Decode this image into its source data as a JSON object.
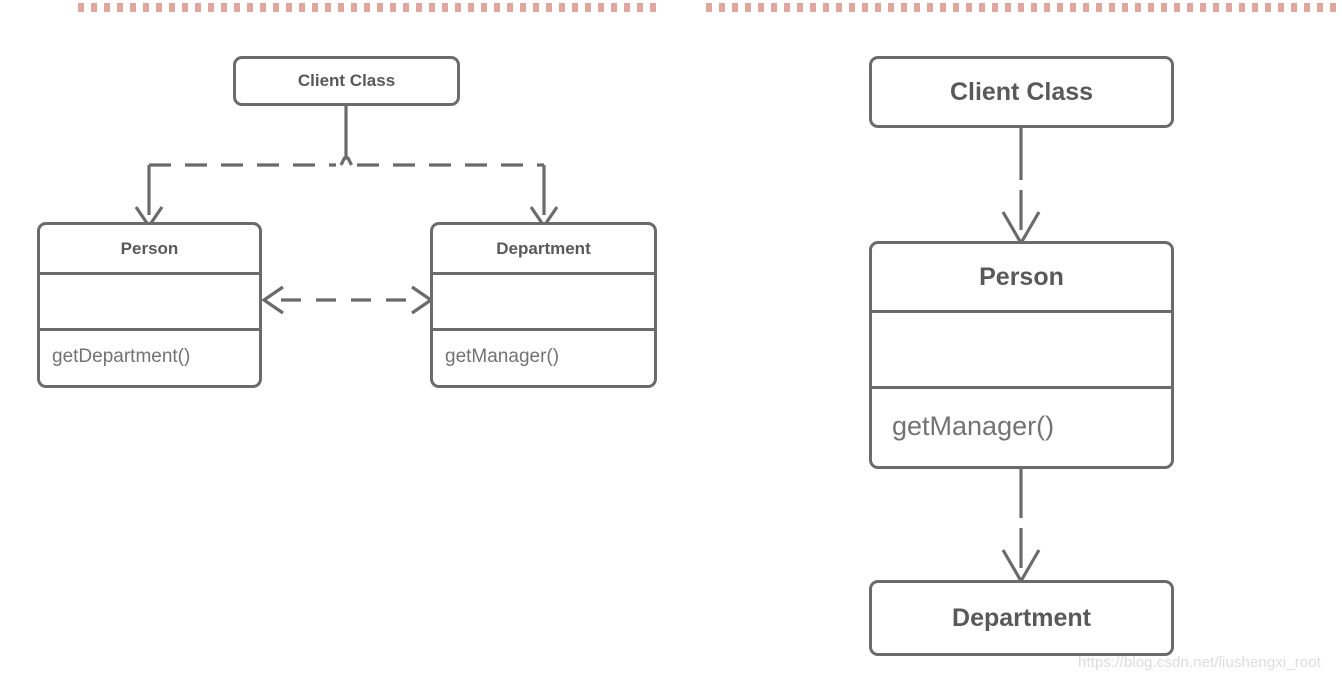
{
  "page": {
    "background_color": "#ffffff",
    "stroke_color": "#6b6b6b",
    "title_text_color": "#595959",
    "body_text_color": "#737373",
    "top_border_color": "#e0a79e",
    "watermark_color": "#dcdcdc"
  },
  "watermark": {
    "text": "https://blog.csdn.net/liushengxi_root"
  },
  "left_diagram": {
    "name": "before-refactoring",
    "classes": {
      "client": {
        "title": "Client Class",
        "compartments": []
      },
      "person": {
        "title": "Person",
        "attributes": "",
        "methods": "getDepartment()"
      },
      "department": {
        "title": "Department",
        "attributes": "",
        "methods": "getManager()"
      }
    },
    "connections": [
      {
        "id": "client-to-person",
        "from": "Client Class",
        "to": "Person",
        "style": "dashed",
        "arrow": "open",
        "label": ""
      },
      {
        "id": "client-to-department",
        "from": "Client Class",
        "to": "Department",
        "style": "dashed",
        "arrow": "open",
        "label": ""
      },
      {
        "id": "person-department-bidirectional",
        "from": "Person",
        "to": "Department",
        "style": "dashed",
        "arrow": "open-both",
        "label": ""
      }
    ]
  },
  "right_diagram": {
    "name": "after-refactoring",
    "classes": {
      "client": {
        "title": "Client Class",
        "compartments": []
      },
      "person": {
        "title": "Person",
        "attributes": "",
        "methods": "getManager()"
      },
      "department": {
        "title": "Department",
        "compartments": []
      }
    },
    "connections": [
      {
        "id": "client-to-person",
        "from": "Client Class",
        "to": "Person",
        "style": "solid",
        "arrow": "open",
        "label": ""
      },
      {
        "id": "person-to-department",
        "from": "Person",
        "to": "Department",
        "style": "solid",
        "arrow": "open",
        "label": ""
      }
    ]
  }
}
